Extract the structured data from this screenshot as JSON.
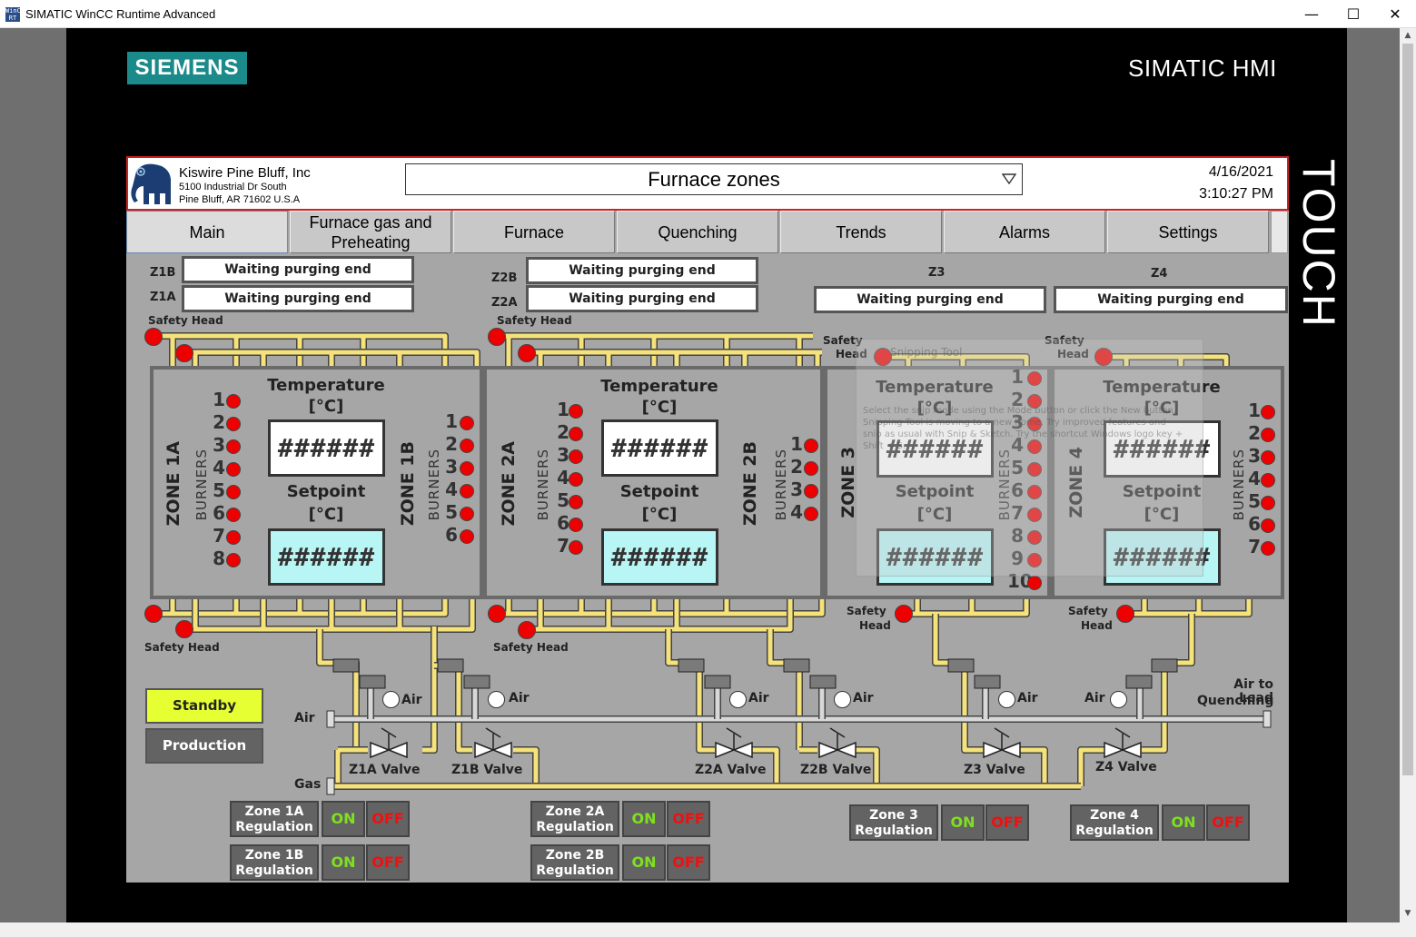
{
  "window": {
    "title": "SIMATIC WinCC Runtime Advanced",
    "app_icon_text": "WinCC RT",
    "minimize_glyph": "—",
    "maximize_glyph": "☐",
    "close_glyph": "✕"
  },
  "branding": {
    "siemens_logo": "SIEMENS",
    "product": "SIMATIC HMI",
    "touch": "TOUCH",
    "logo_color": "#1a8a8a"
  },
  "header": {
    "company_name": "Kiswire Pine Bluff, Inc",
    "address_line1": "5100 Industrial Dr South",
    "address_line2": "Pine Bluff, AR 71602 U.S.A",
    "screen_title": "Furnace zones",
    "date": "4/16/2021",
    "time": "3:10:27 PM",
    "logo_icon": "elephant-logo-icon"
  },
  "nav": {
    "tabs": [
      {
        "label": "Main"
      },
      {
        "label": "Furnace gas and Preheating"
      },
      {
        "label": "Furnace"
      },
      {
        "label": "Quenching"
      },
      {
        "label": "Trends"
      },
      {
        "label": "Alarms"
      },
      {
        "label": "Settings"
      }
    ]
  },
  "status": {
    "z1b_tag": "Z1B",
    "z1b": "Waiting purging end",
    "z1a_tag": "Z1A",
    "z1a": "Waiting purging end",
    "z2b_tag": "Z2B",
    "z2b": "Waiting purging end",
    "z2a_tag": "Z2A",
    "z2a": "Waiting purging end",
    "z3_tag": "Z3",
    "z3": "Waiting purging end",
    "z4_tag": "Z4",
    "z4": "Waiting purging end"
  },
  "labels": {
    "safety_head": "Safety Head",
    "safety": "Safety",
    "head": "Head",
    "temperature": "Temperature",
    "unit": "[°C]",
    "setpoint": "Setpoint",
    "burners": "BURNERS",
    "value_placeholder": "######",
    "air": "Air",
    "gas": "Gas",
    "air_to_lead": "Air to Lead",
    "quenching": "Quenching"
  },
  "zones": {
    "z1a": {
      "name": "ZONE 1A",
      "burners": [
        "1",
        "2",
        "3",
        "4",
        "5",
        "6",
        "7",
        "8"
      ]
    },
    "z1b": {
      "name": "ZONE 1B",
      "burners": [
        "1",
        "2",
        "3",
        "4",
        "5",
        "6"
      ]
    },
    "z2a": {
      "name": "ZONE 2A",
      "burners": [
        "1",
        "2",
        "3",
        "4",
        "5",
        "6",
        "7"
      ]
    },
    "z2b": {
      "name": "ZONE 2B",
      "burners": [
        "1",
        "2",
        "3",
        "4"
      ]
    },
    "z3": {
      "name": "ZONE 3",
      "burners": [
        "1",
        "2",
        "3",
        "4",
        "5",
        "6",
        "7",
        "8",
        "9",
        "10"
      ]
    },
    "z4": {
      "name": "ZONE 4",
      "burners": [
        "1",
        "2",
        "3",
        "4",
        "5",
        "6",
        "7"
      ]
    }
  },
  "valves": [
    "Z1A Valve",
    "Z1B Valve",
    "Z2A Valve",
    "Z2B Valve",
    "Z3 Valve",
    "Z4 Valve"
  ],
  "modes": {
    "standby": "Standby",
    "production": "Production"
  },
  "regulation": {
    "z1a": "Zone 1A Regulation",
    "z1b": "Zone 1B Regulation",
    "z2a": "Zone 2A Regulation",
    "z2b": "Zone 2B Regulation",
    "z3": "Zone 3 Regulation",
    "z4": "Zone 4 Regulation",
    "on": "ON",
    "off": "OFF"
  },
  "snipping_overlay": {
    "title": "Snipping Tool",
    "description": "Select the snip mode using the Mode button or click the New button. Snipping Tool is moving to a new home. Try improved features and snip as usual with Snip & Sketch. Try the shortcut Windows logo key + Shift + S."
  },
  "colors": {
    "lamp_red": "#ee0000",
    "pipe_gas": "#f5e27a",
    "pipe_air": "#d8d8d8",
    "standby_bg": "#e6ff33",
    "production_bg": "#636363",
    "header_border": "#d02020"
  }
}
